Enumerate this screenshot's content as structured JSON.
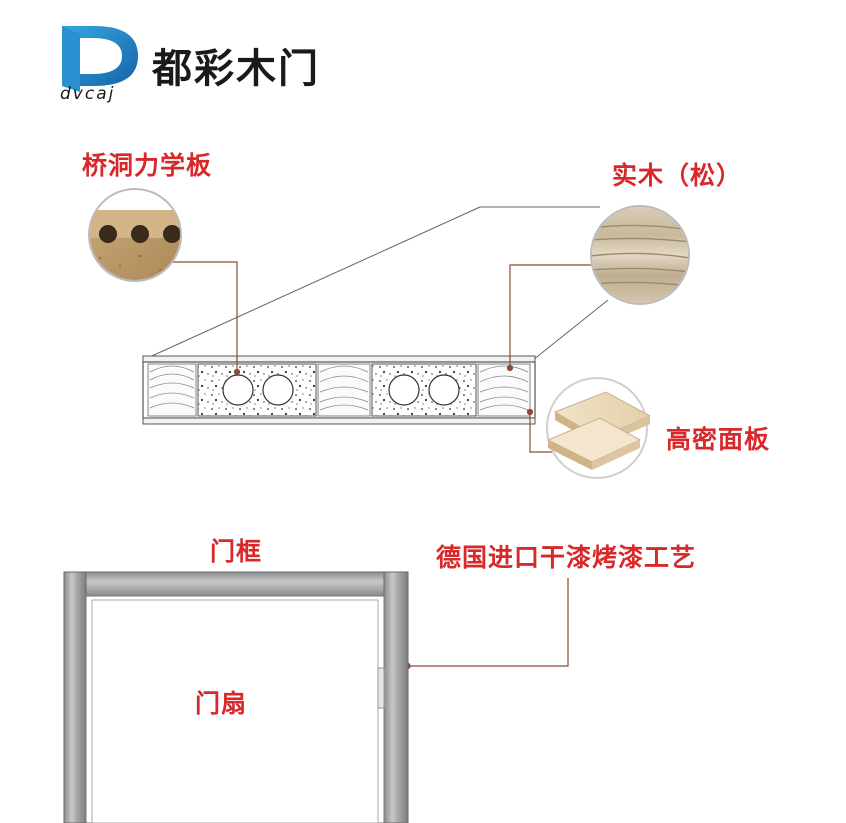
{
  "logo": {
    "brand_name": "都彩木门",
    "brand_sub": "dvcaj"
  },
  "labels": {
    "bridge_board": "桥洞力学板",
    "solid_wood": "实木（松）",
    "hd_panel": "高密面板",
    "frame": "门框",
    "lacquer": "德国进口干漆烤漆工艺",
    "leaf": "门扇"
  },
  "colors": {
    "label_red": "#d8282a",
    "logo_blue": "#1f7fbf",
    "leader_line": "#8a4a3a",
    "frame_gray": "#9a9a9a"
  }
}
